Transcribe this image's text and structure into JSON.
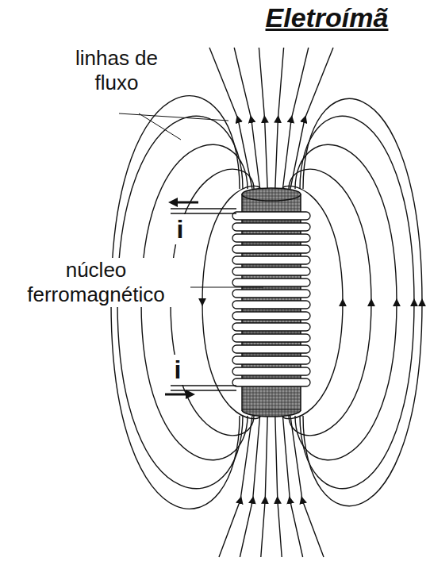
{
  "diagram": {
    "title": "Eletroímã",
    "labels": [
      "linhas de fluxo",
      "i",
      "i",
      "núcleo ferromagnético"
    ]
  }
}
